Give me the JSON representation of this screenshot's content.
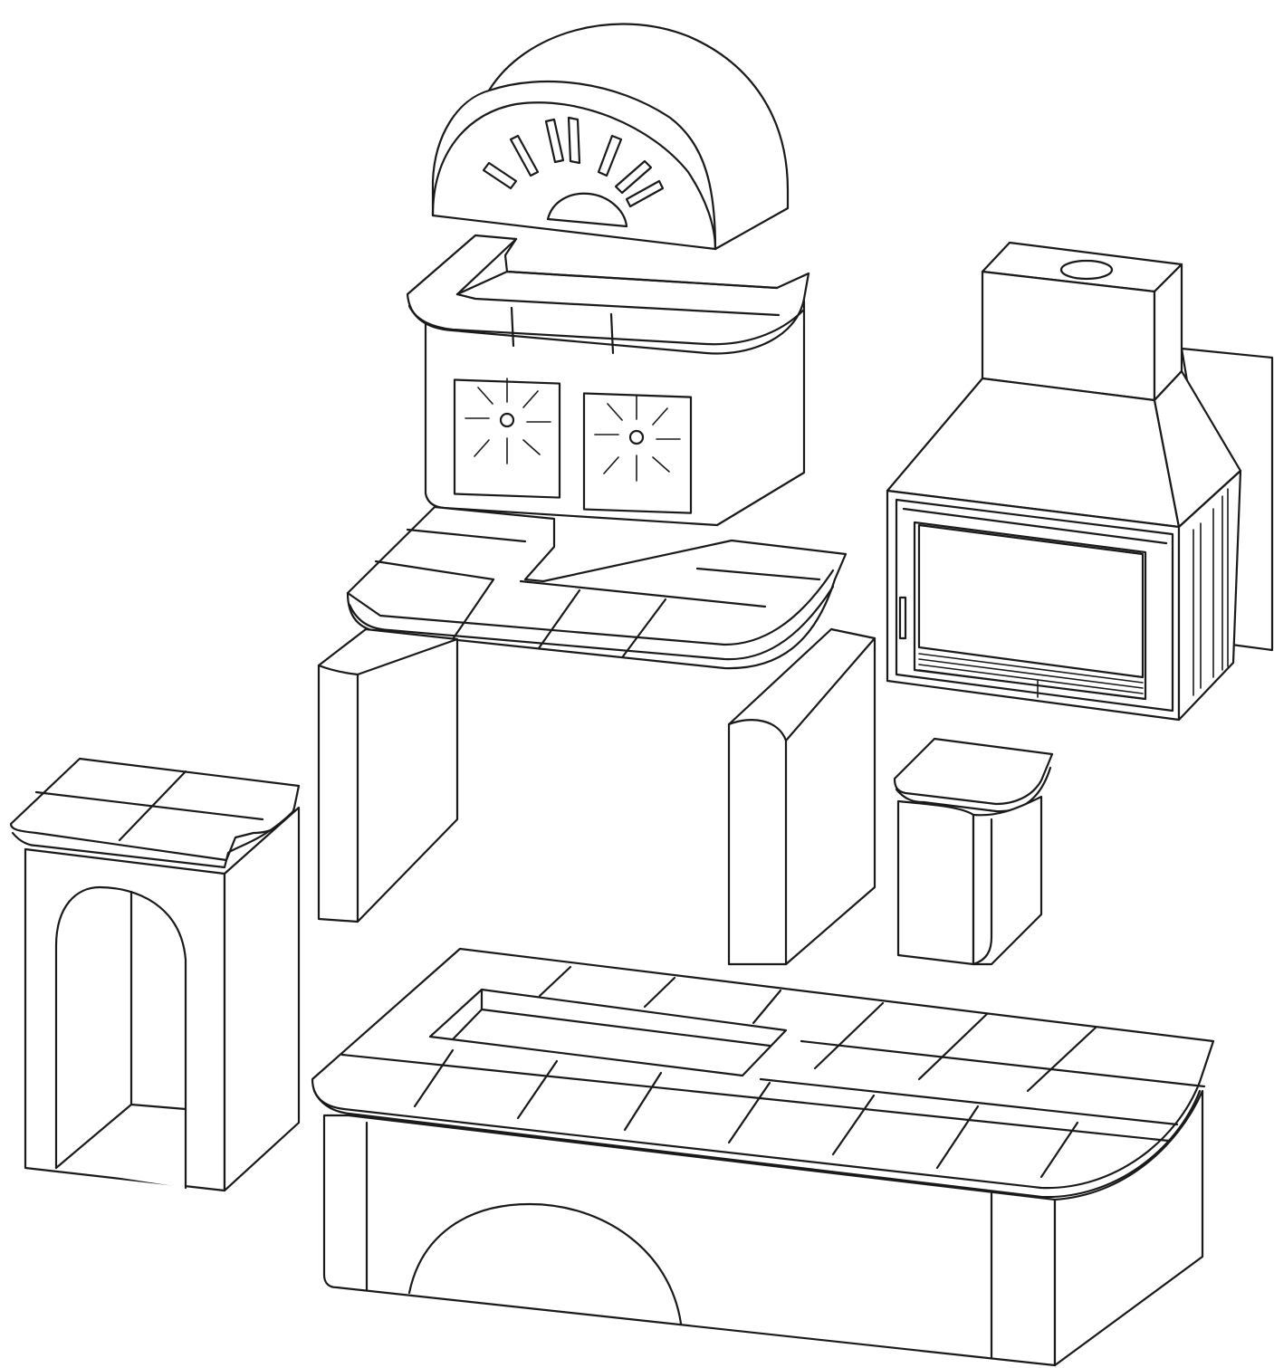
{
  "diagram": {
    "style": "black line art on white background",
    "line_color": "#1a1a1a",
    "background_color": "#ffffff",
    "components": [
      {
        "name": "dome-hood",
        "icon": "fan-vent-icon"
      },
      {
        "name": "hob-block",
        "icon": "burner-vent-icon"
      },
      {
        "name": "tiled-countertop"
      },
      {
        "name": "left-support-pillar"
      },
      {
        "name": "right-support-pillar"
      },
      {
        "name": "fireplace-insert-with-chimney"
      },
      {
        "name": "small-cabinet"
      },
      {
        "name": "arched-wood-storage-cabinet"
      },
      {
        "name": "tiled-base-with-arch"
      }
    ]
  }
}
